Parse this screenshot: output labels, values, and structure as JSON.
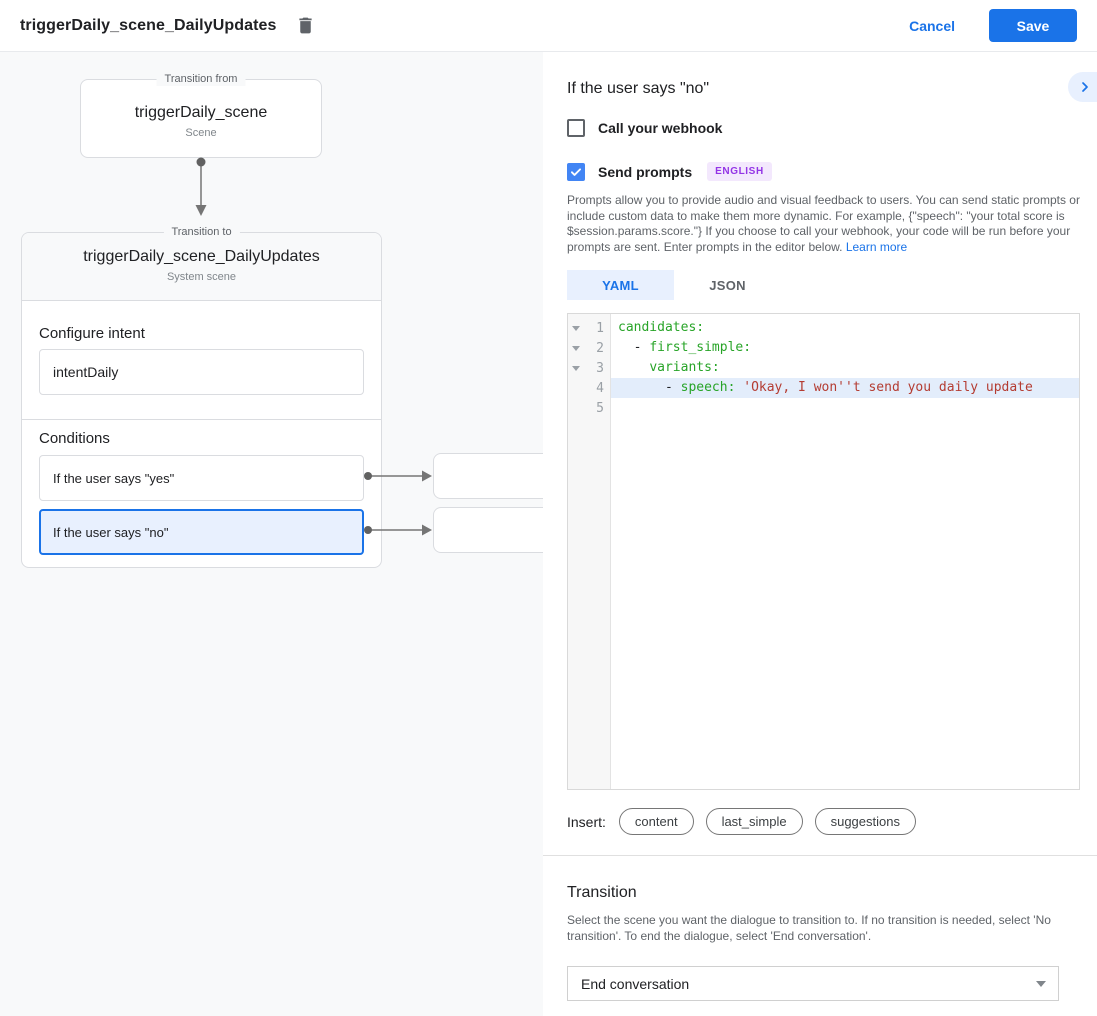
{
  "app": {
    "title": "triggerDaily_scene_DailyUpdates",
    "cancel_label": "Cancel",
    "save_label": "Save"
  },
  "colors": {
    "accent_blue": "#1a73e8",
    "selected_bg": "#e8f0fe",
    "canvas_bg": "#f8f9fa",
    "border_gray": "#dadce0",
    "badge_text": "#9334e6",
    "badge_bg": "#f3e8fd",
    "code_key_green": "#28a428",
    "code_string_red": "#b43c32",
    "code_line_highlight": "#e3edfb"
  },
  "canvas": {
    "from_box": {
      "legend": "Transition from",
      "title": "triggerDaily_scene",
      "subtitle": "Scene"
    },
    "to_box": {
      "legend": "Transition to",
      "title": "triggerDaily_scene_DailyUpdates",
      "subtitle": "System scene",
      "intent_label": "Configure intent",
      "intent_value": "intentDaily",
      "conditions_label": "Conditions",
      "conditions": [
        {
          "label": "If the user says \"yes\"",
          "selected": false
        },
        {
          "label": "If the user says \"no\"",
          "selected": true
        }
      ]
    }
  },
  "panel": {
    "title": "If the user says \"no\"",
    "webhook": {
      "label": "Call your webhook",
      "checked": false
    },
    "prompts": {
      "label": "Send prompts",
      "checked": true,
      "badge": "ENGLISH"
    },
    "description": "Prompts allow you to provide audio and visual feedback to users. You can send static prompts or include custom data to make them more dynamic. For example, {\"speech\": \"your total score is $session.params.score.\"} If you choose to call your webhook, your code will be run before your prompts are sent. Enter prompts in the editor below. ",
    "learn_more": "Learn more",
    "tabs": [
      {
        "label": "YAML",
        "active": true
      },
      {
        "label": "JSON",
        "active": false
      }
    ],
    "editor": {
      "lines": [
        {
          "num": "1",
          "fold": true,
          "highlight": false,
          "tokens": [
            {
              "t": "candidates:",
              "c": "key"
            }
          ]
        },
        {
          "num": "2",
          "fold": true,
          "highlight": false,
          "tokens": [
            {
              "t": "  - ",
              "c": "plain"
            },
            {
              "t": "first_simple:",
              "c": "key"
            }
          ]
        },
        {
          "num": "3",
          "fold": true,
          "highlight": false,
          "tokens": [
            {
              "t": "    ",
              "c": "plain"
            },
            {
              "t": "variants:",
              "c": "key"
            }
          ]
        },
        {
          "num": "4",
          "fold": false,
          "highlight": true,
          "tokens": [
            {
              "t": "      - ",
              "c": "plain"
            },
            {
              "t": "speech:",
              "c": "key"
            },
            {
              "t": " ",
              "c": "plain"
            },
            {
              "t": "'Okay, I won''t send you daily update",
              "c": "string"
            }
          ]
        },
        {
          "num": "5",
          "fold": false,
          "highlight": false,
          "tokens": []
        }
      ]
    },
    "insert": {
      "label": "Insert:",
      "chips": [
        "content",
        "last_simple",
        "suggestions"
      ]
    },
    "transition": {
      "heading": "Transition",
      "description": "Select the scene you want the dialogue to transition to. If no transition is needed, select 'No transition'. To end the dialogue, select 'End conversation'.",
      "value": "End conversation"
    }
  }
}
